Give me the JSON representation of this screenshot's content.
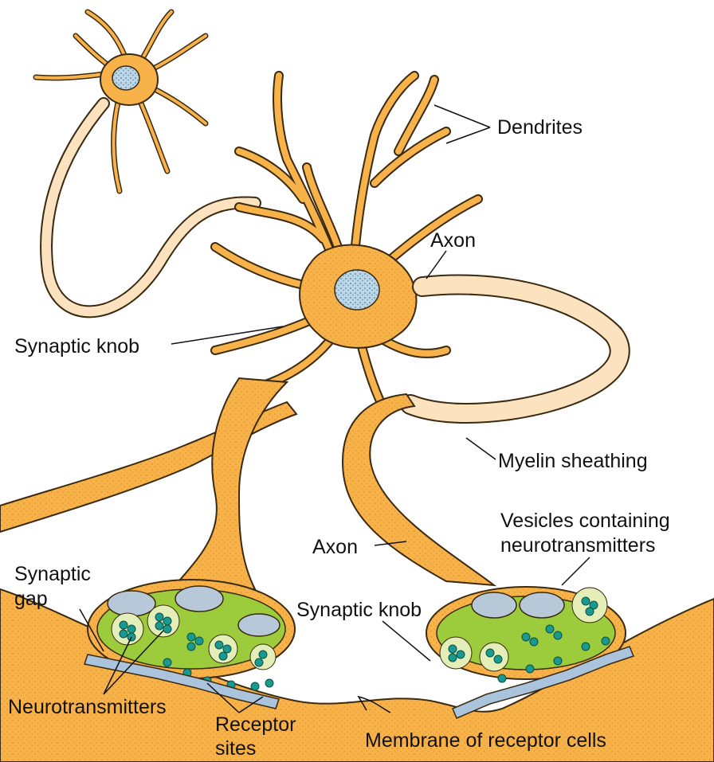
{
  "labels": {
    "dendrites": "Dendrites",
    "axon_top": "Axon",
    "synaptic_knob_top": "Synaptic knob",
    "myelin_sheathing": "Myelin sheathing",
    "vesicles_line1": "Vesicles containing",
    "vesicles_line2": "neurotransmitters",
    "axon_bottom": "Axon",
    "synaptic_gap_line1": "Synaptic",
    "synaptic_gap_line2": "gap",
    "synaptic_knob_bottom": "Synaptic knob",
    "neurotransmitters": "Neurotransmitters",
    "receptor_line1": "Receptor",
    "receptor_line2": "sites",
    "membrane": "Membrane of receptor cells"
  },
  "colors": {
    "neuron": "#f8b24a",
    "neuron_outline": "#3a2a10",
    "nucleus": "#bcd6e6",
    "myelin": "#fde2bf",
    "vesicle_green": "#9ccc3c",
    "mitochondria": "#b7c9d8",
    "neurotransmitter": "#1a9a8e",
    "receptor": "#aac4de"
  }
}
